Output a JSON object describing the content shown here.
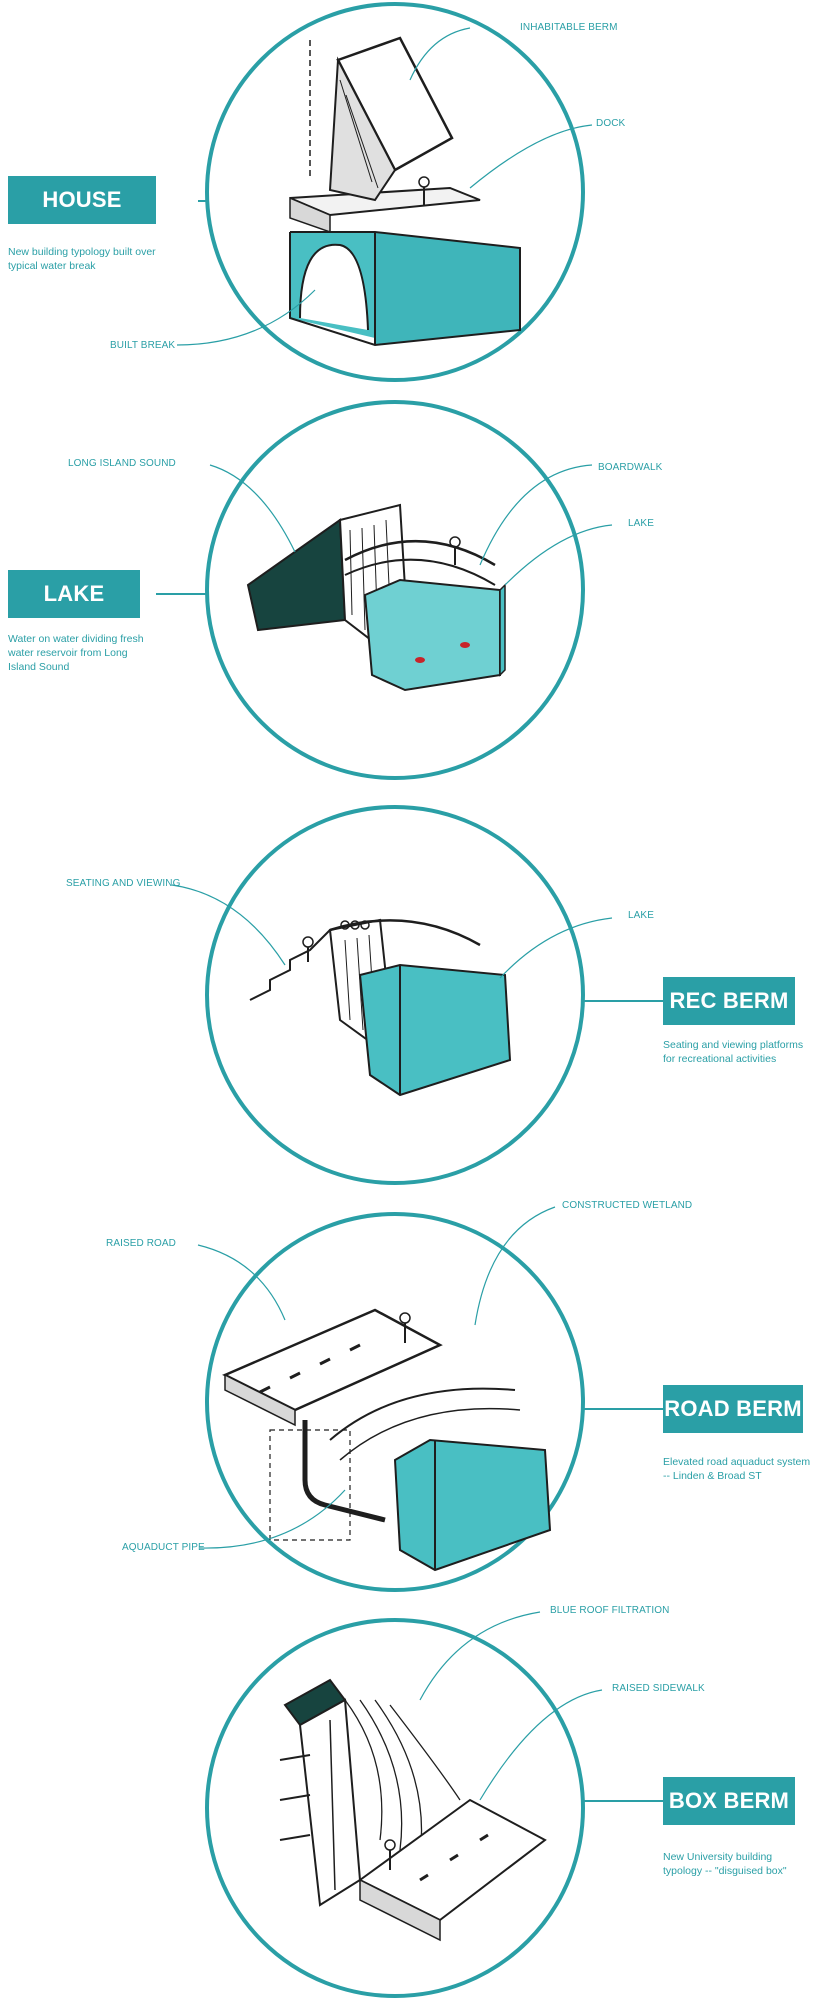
{
  "colors": {
    "accent": "#2a9fa6",
    "water": "#49bfc3",
    "ink": "#1e1e1e"
  },
  "panels": [
    {
      "title": "HOUSE BERM",
      "description": "New building typology built over typical water break",
      "callouts": [
        "INHABITABLE BERM",
        "DOCK",
        "BUILT BREAK"
      ]
    },
    {
      "title": "LAKE BERM",
      "description": "Water on water dividing fresh water reservoir from Long Island Sound",
      "callouts": [
        "LONG ISLAND SOUND",
        "BOARDWALK",
        "LAKE"
      ]
    },
    {
      "title": "REC BERM",
      "description": "Seating and viewing platforms for recreational activities",
      "callouts": [
        "SEATING AND VIEWING",
        "LAKE"
      ]
    },
    {
      "title": "ROAD BERM",
      "description": "Elevated road aquaduct system -- Linden & Broad ST",
      "callouts": [
        "RAISED ROAD",
        "CONSTRUCTED WETLAND",
        "AQUADUCT PIPE"
      ]
    },
    {
      "title": "BOX BERM",
      "description": "New University building typology -- \"disguised box\"",
      "callouts": [
        "BLUE ROOF FILTRATION",
        "RAISED SIDEWALK"
      ]
    }
  ]
}
